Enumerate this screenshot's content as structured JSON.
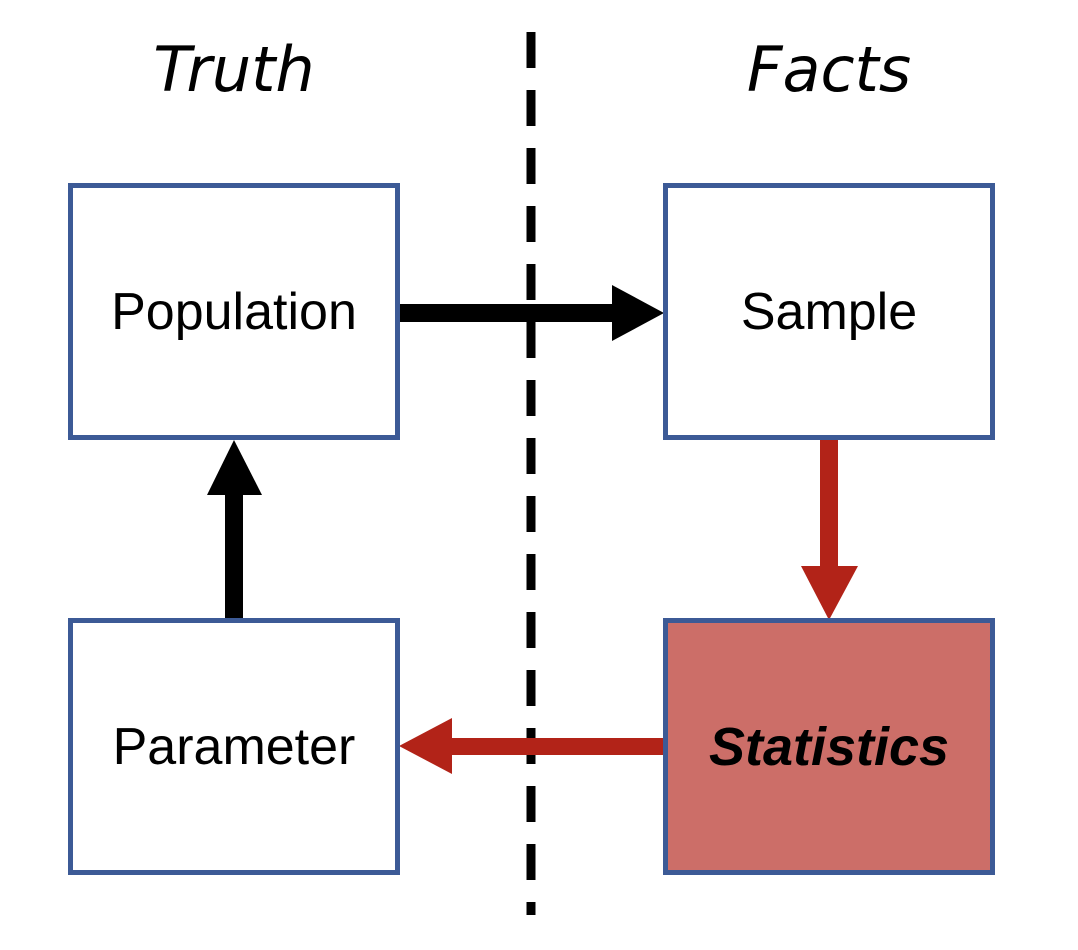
{
  "headings": {
    "left": "Truth",
    "right": "Facts"
  },
  "boxes": {
    "population": "Population",
    "sample": "Sample",
    "parameter": "Parameter",
    "statistics": "Statistics"
  },
  "colors": {
    "box_border": "#3c5a96",
    "statistics_fill": "#cc6e68",
    "red_arrow": "#b22318",
    "black_arrow": "#000000",
    "divider": "#000000"
  }
}
